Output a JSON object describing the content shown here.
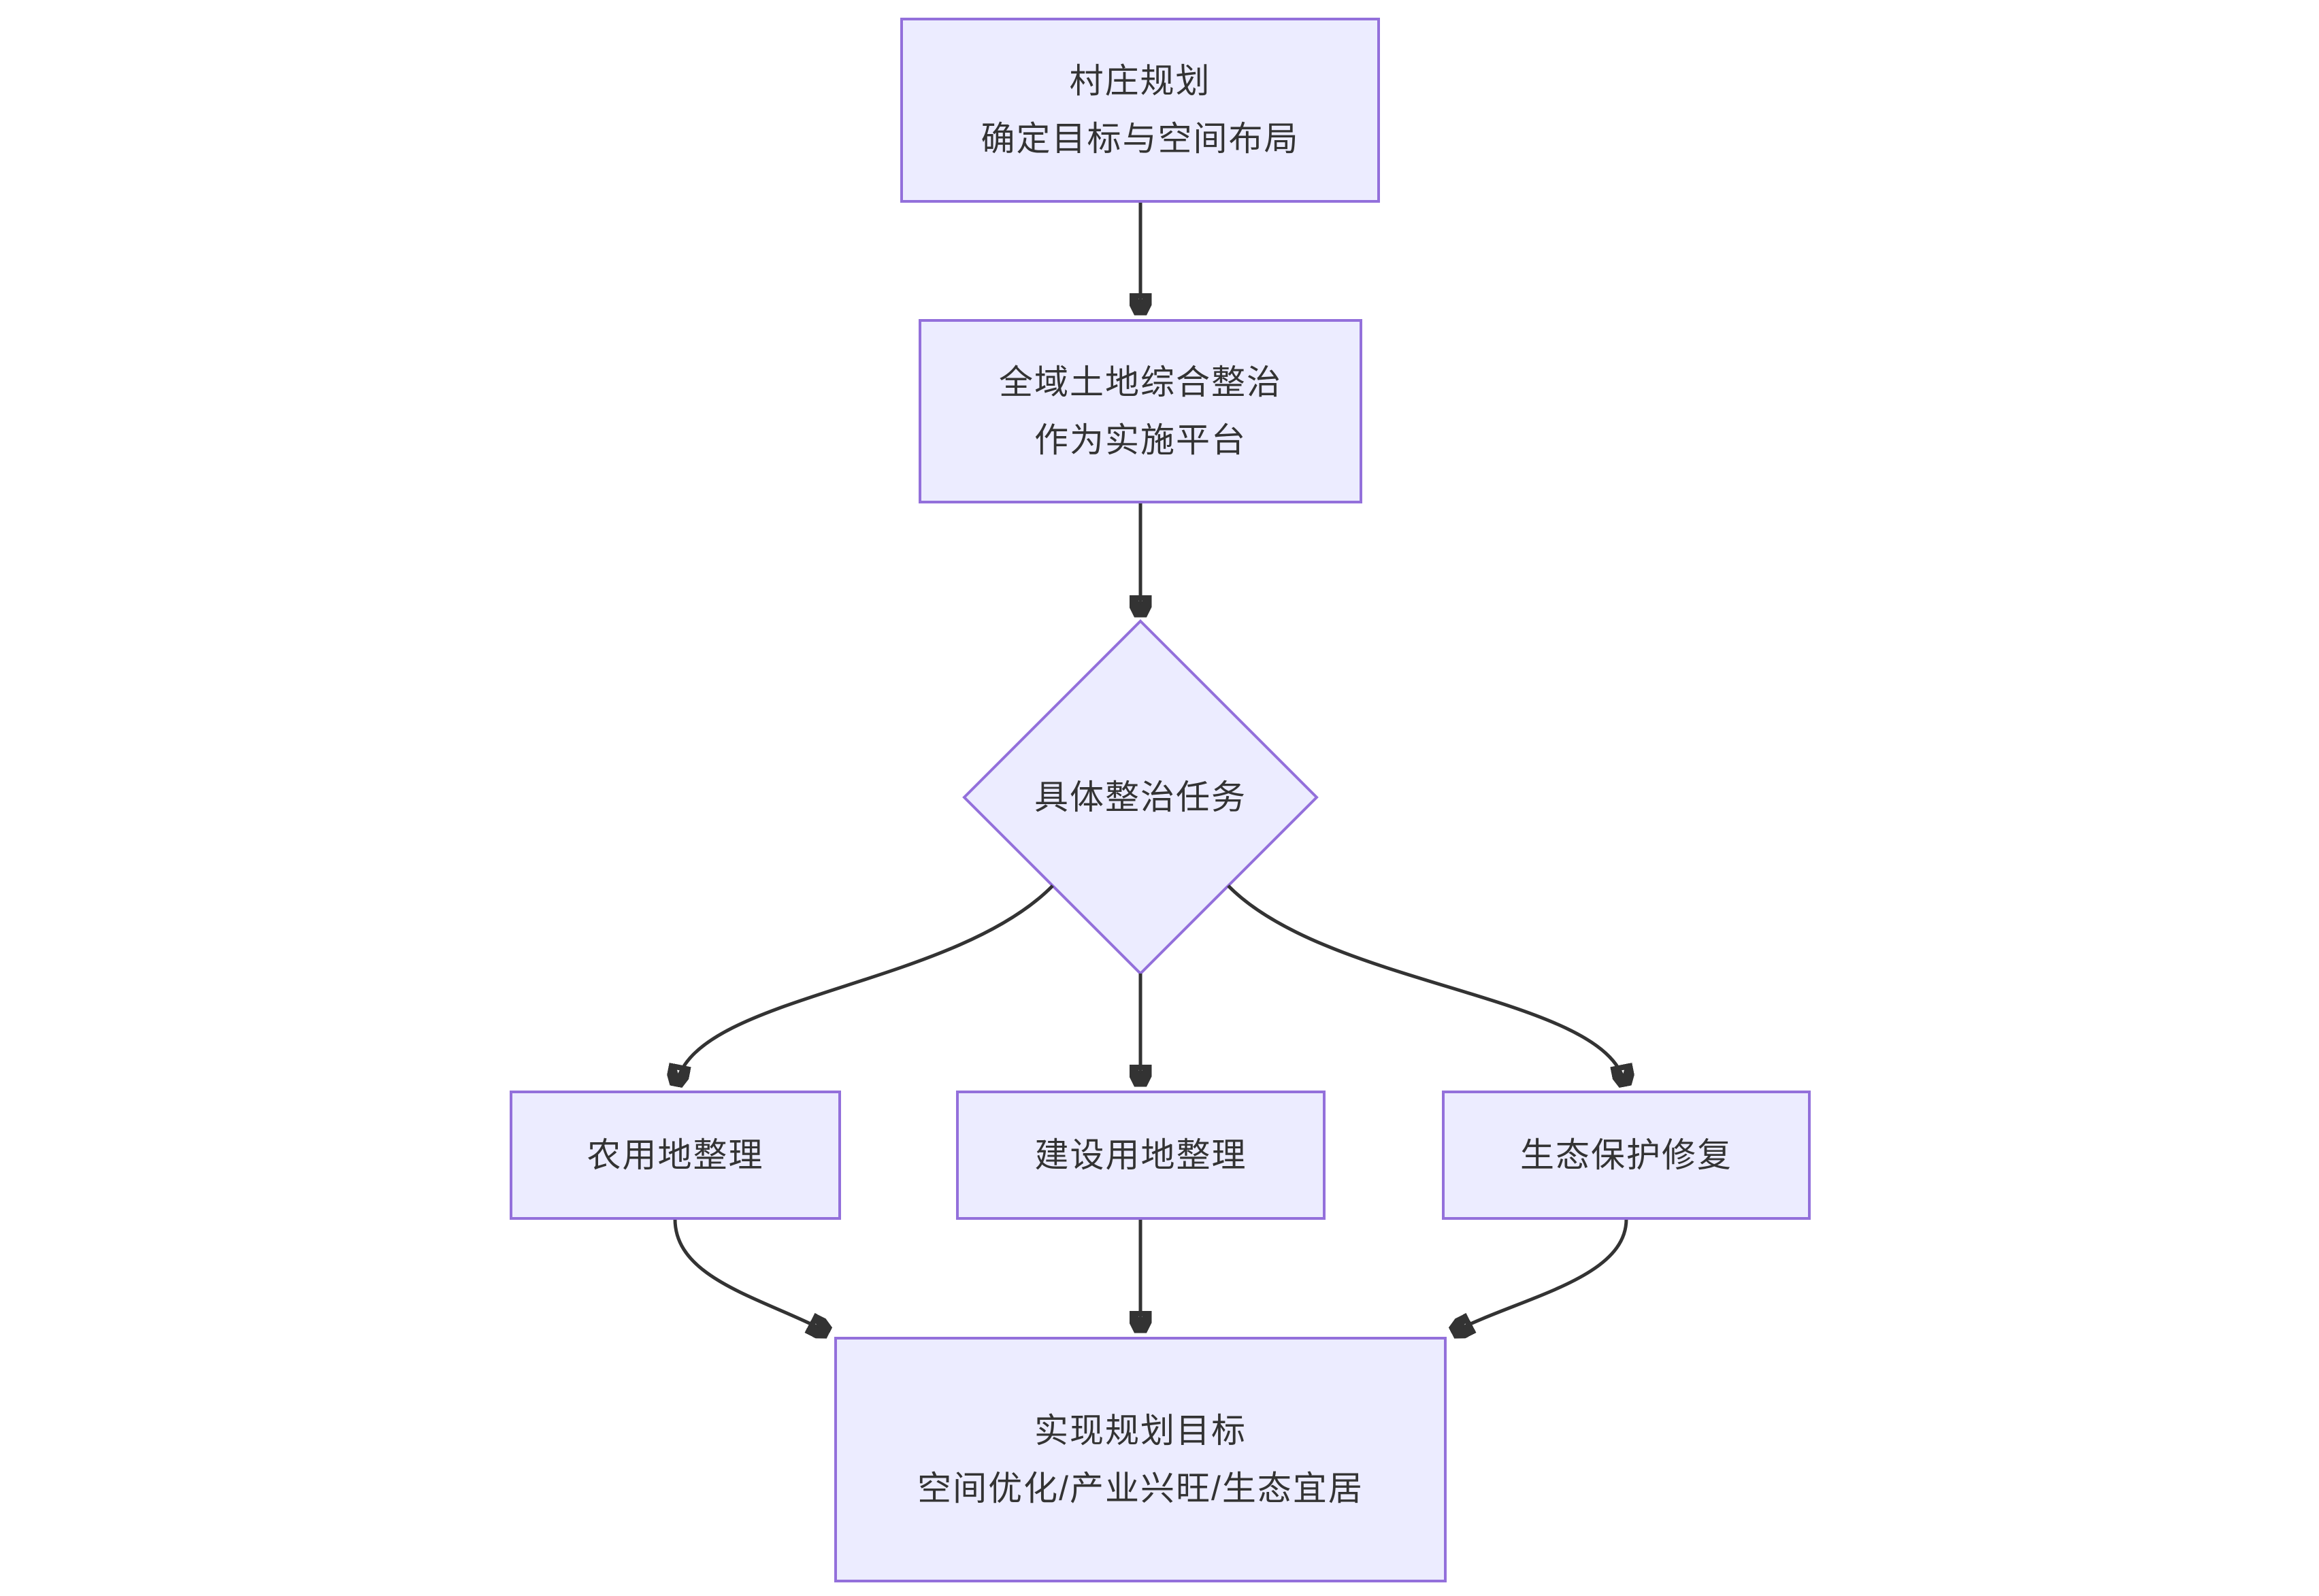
{
  "colors": {
    "background": "#ffffff",
    "node_fill": "#ececff",
    "node_border": "#9370db",
    "edge": "#333333",
    "text": "#333333"
  },
  "nodes": {
    "village_planning": {
      "line1": "村庄规划",
      "line2": "确定目标与空间布局"
    },
    "land_platform": {
      "line1": "全域土地综合整治",
      "line2": "作为实施平台"
    },
    "tasks": {
      "label": "具体整治任务"
    },
    "farmland": {
      "label": "农用地整理"
    },
    "construction": {
      "label": "建设用地整理"
    },
    "ecological": {
      "label": "生态保护修复"
    },
    "goal": {
      "line1": "实现规划目标",
      "line2": "空间优化/产业兴旺/生态宜居"
    }
  }
}
